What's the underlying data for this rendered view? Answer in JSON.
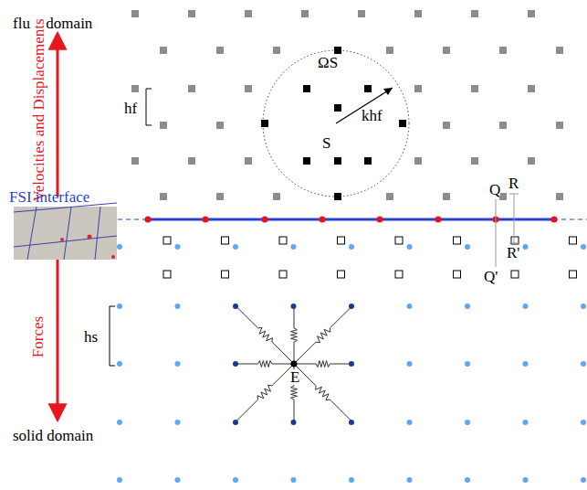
{
  "diagram": {
    "labels": [
      "fluid domain",
      "solid domain",
      "Velocities and Displacements",
      "Forces",
      "FSI interface",
      "hf",
      "hs",
      "ΩS",
      "S",
      "khf",
      "Q",
      "R",
      "R'",
      "Q'",
      "E"
    ]
  }
}
